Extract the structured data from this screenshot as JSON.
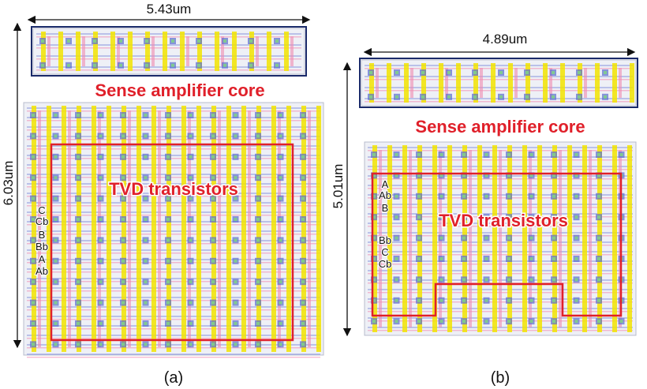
{
  "panel_a": {
    "width_label": "5.43um",
    "height_label": "6.03um",
    "core_label": "Sense amplifier core",
    "tvd_label": "TVD transistors",
    "pins": [
      "C",
      "Cb",
      "B",
      "Bb",
      "A",
      "Ab"
    ],
    "caption": "(a)"
  },
  "panel_b": {
    "width_label": "4.89um",
    "height_label": "5.01um",
    "core_label": "Sense amplifier core",
    "tvd_label": "TVD transistors",
    "pins": [
      "A",
      "Ab",
      "B",
      "Bb",
      "C",
      "Cb"
    ],
    "caption": "(b)"
  },
  "colors": {
    "highlight_red": "#e0202a",
    "poly_yellow": "#f2e400",
    "metal_pink": "#f08ab0",
    "metal_blue": "#5a6ad0",
    "diff_green": "#7fcf8a",
    "core_border_navy": "#1a2a6a"
  }
}
